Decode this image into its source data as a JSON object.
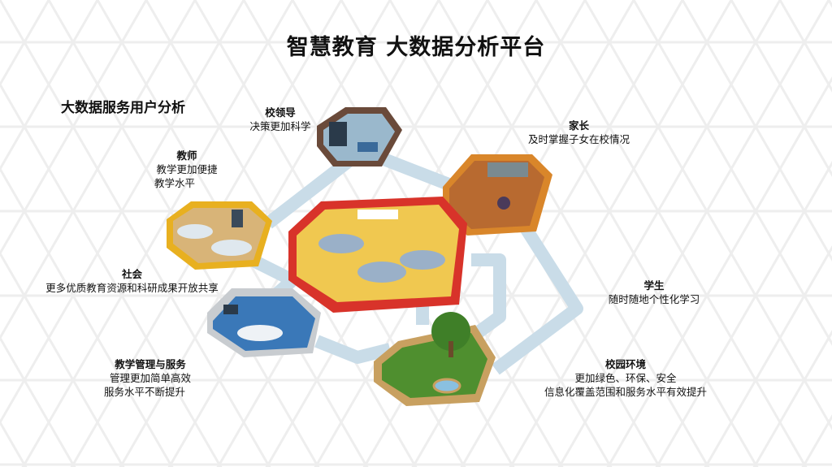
{
  "title": "智慧教育  大数据分析平台",
  "subtitle": "大数据服务用户分析",
  "groups": {
    "leader": {
      "name": "校领导",
      "lines": [
        "决策更加科学"
      ]
    },
    "parent": {
      "name": "家长",
      "lines": [
        "及时掌握子女在校情况"
      ]
    },
    "teacher": {
      "name": "教师",
      "lines": [
        "教学更加便捷",
        "教学水平"
      ]
    },
    "society": {
      "name": "社会",
      "lines": [
        "更多优质教育资源和科研成果开放共享"
      ]
    },
    "student": {
      "name": "学生",
      "lines": [
        "随时随地个性化学习"
      ]
    },
    "management": {
      "name": "教学管理与服务",
      "lines": [
        "管理更加简单高效",
        "服务水平不断提升"
      ]
    },
    "campus": {
      "name": "校园环境",
      "lines": [
        "更加绿色、环保、安全",
        "信息化覆盖范围和服务水平有效提升"
      ]
    }
  },
  "colors": {
    "path": "#c9dce8",
    "teacher_room": "#e8b020",
    "classroom": "#d8332a",
    "parent_room": "#d9862a",
    "management_room": "#3a78b8",
    "leader_room": "#6a4a3a",
    "campus": "#4f8f2f"
  }
}
